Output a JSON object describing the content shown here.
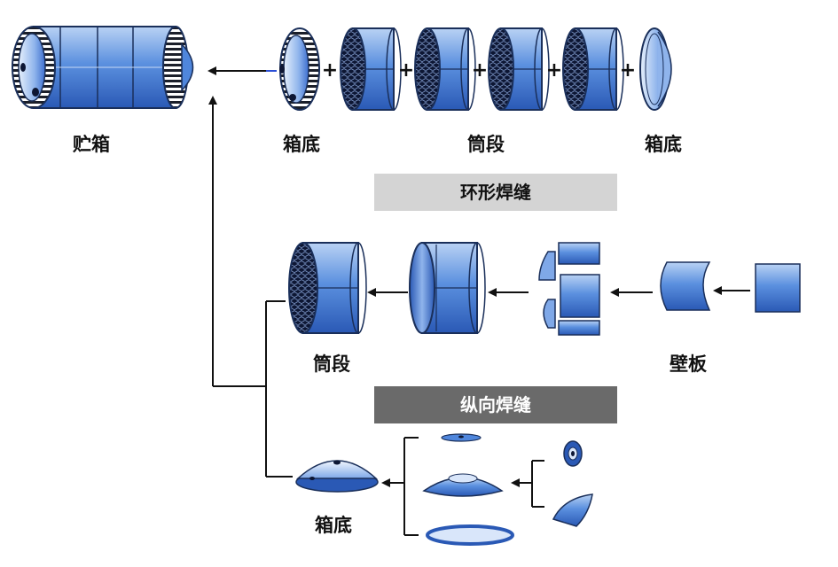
{
  "labels": {
    "tank": "贮箱",
    "top_dome": "箱底",
    "top_barrels": "筒段",
    "top_dome_right": "箱底",
    "mid_barrel": "筒段",
    "panel": "壁板",
    "bottom_dome": "箱底"
  },
  "bands": {
    "circumferential": "环形焊缝",
    "longitudinal": "纵向焊缝"
  },
  "symbols": {
    "plus": "+"
  },
  "colors": {
    "blue_light": "#9dc0ee",
    "blue_mid": "#4f86dc",
    "blue_dark": "#1f4fae",
    "outline": "#1a2f5a"
  }
}
